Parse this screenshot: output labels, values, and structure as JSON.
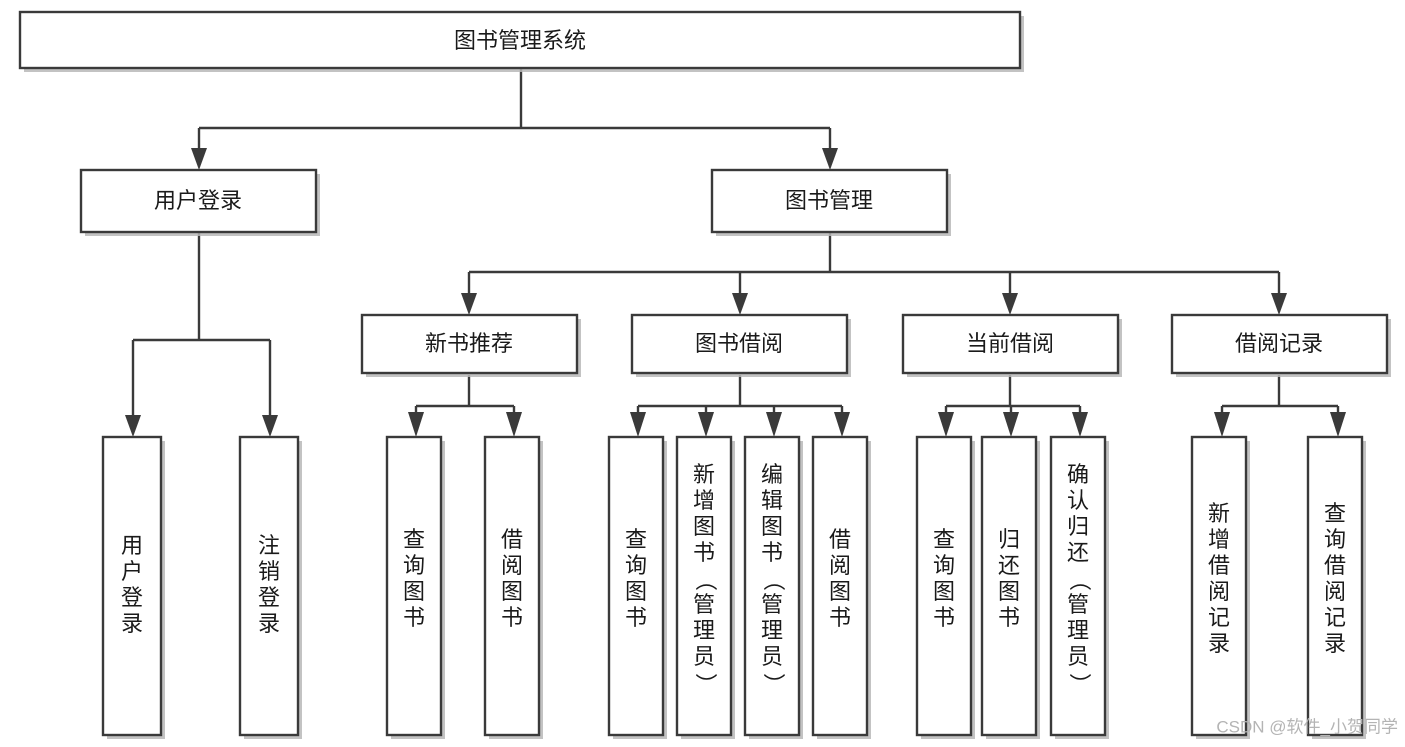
{
  "diagram": {
    "type": "tree-hierarchy-chart",
    "orientation": "top-down",
    "root": {
      "id": "root",
      "label": "图书管理系统"
    },
    "level2": [
      {
        "id": "user-login",
        "label": "用户登录"
      },
      {
        "id": "book-management",
        "label": "图书管理"
      }
    ],
    "level3": [
      {
        "id": "new-book-recommend",
        "label": "新书推荐",
        "parent": "book-management"
      },
      {
        "id": "book-borrow",
        "label": "图书借阅",
        "parent": "book-management"
      },
      {
        "id": "current-borrow",
        "label": "当前借阅",
        "parent": "book-management"
      },
      {
        "id": "borrow-record",
        "label": "借阅记录",
        "parent": "book-management"
      }
    ],
    "leaves": [
      {
        "id": "leaf-user-login",
        "label": "用户登录",
        "parent": "user-login"
      },
      {
        "id": "leaf-user-logout",
        "label": "注销登录",
        "parent": "user-login"
      },
      {
        "id": "leaf-query-book-1",
        "label": "查询图书",
        "parent": "new-book-recommend"
      },
      {
        "id": "leaf-borrow-book-1",
        "label": "借阅图书",
        "parent": "new-book-recommend"
      },
      {
        "id": "leaf-query-book-2",
        "label": "查询图书",
        "parent": "book-borrow"
      },
      {
        "id": "leaf-add-book",
        "label": "新增图书（管理员）",
        "parent": "book-borrow"
      },
      {
        "id": "leaf-edit-book",
        "label": "编辑图书（管理员）",
        "parent": "book-borrow"
      },
      {
        "id": "leaf-borrow-book-2",
        "label": "借阅图书",
        "parent": "book-borrow"
      },
      {
        "id": "leaf-query-book-3",
        "label": "查询图书",
        "parent": "current-borrow"
      },
      {
        "id": "leaf-return-book",
        "label": "归还图书",
        "parent": "current-borrow"
      },
      {
        "id": "leaf-confirm-return",
        "label": "确认归还（管理员）",
        "parent": "current-borrow"
      },
      {
        "id": "leaf-add-record",
        "label": "新增借阅记录",
        "parent": "borrow-record"
      },
      {
        "id": "leaf-query-record",
        "label": "查询借阅记录",
        "parent": "borrow-record"
      }
    ]
  },
  "watermark": {
    "text": "CSDN @软件_小贺同学"
  },
  "colors": {
    "background": "#ffffff",
    "box_fill": "#ffffff",
    "box_stroke": "#3a3a3a",
    "connector": "#3a3a3a",
    "text": "#1a1a1a",
    "watermark": "#b4b4b4"
  }
}
